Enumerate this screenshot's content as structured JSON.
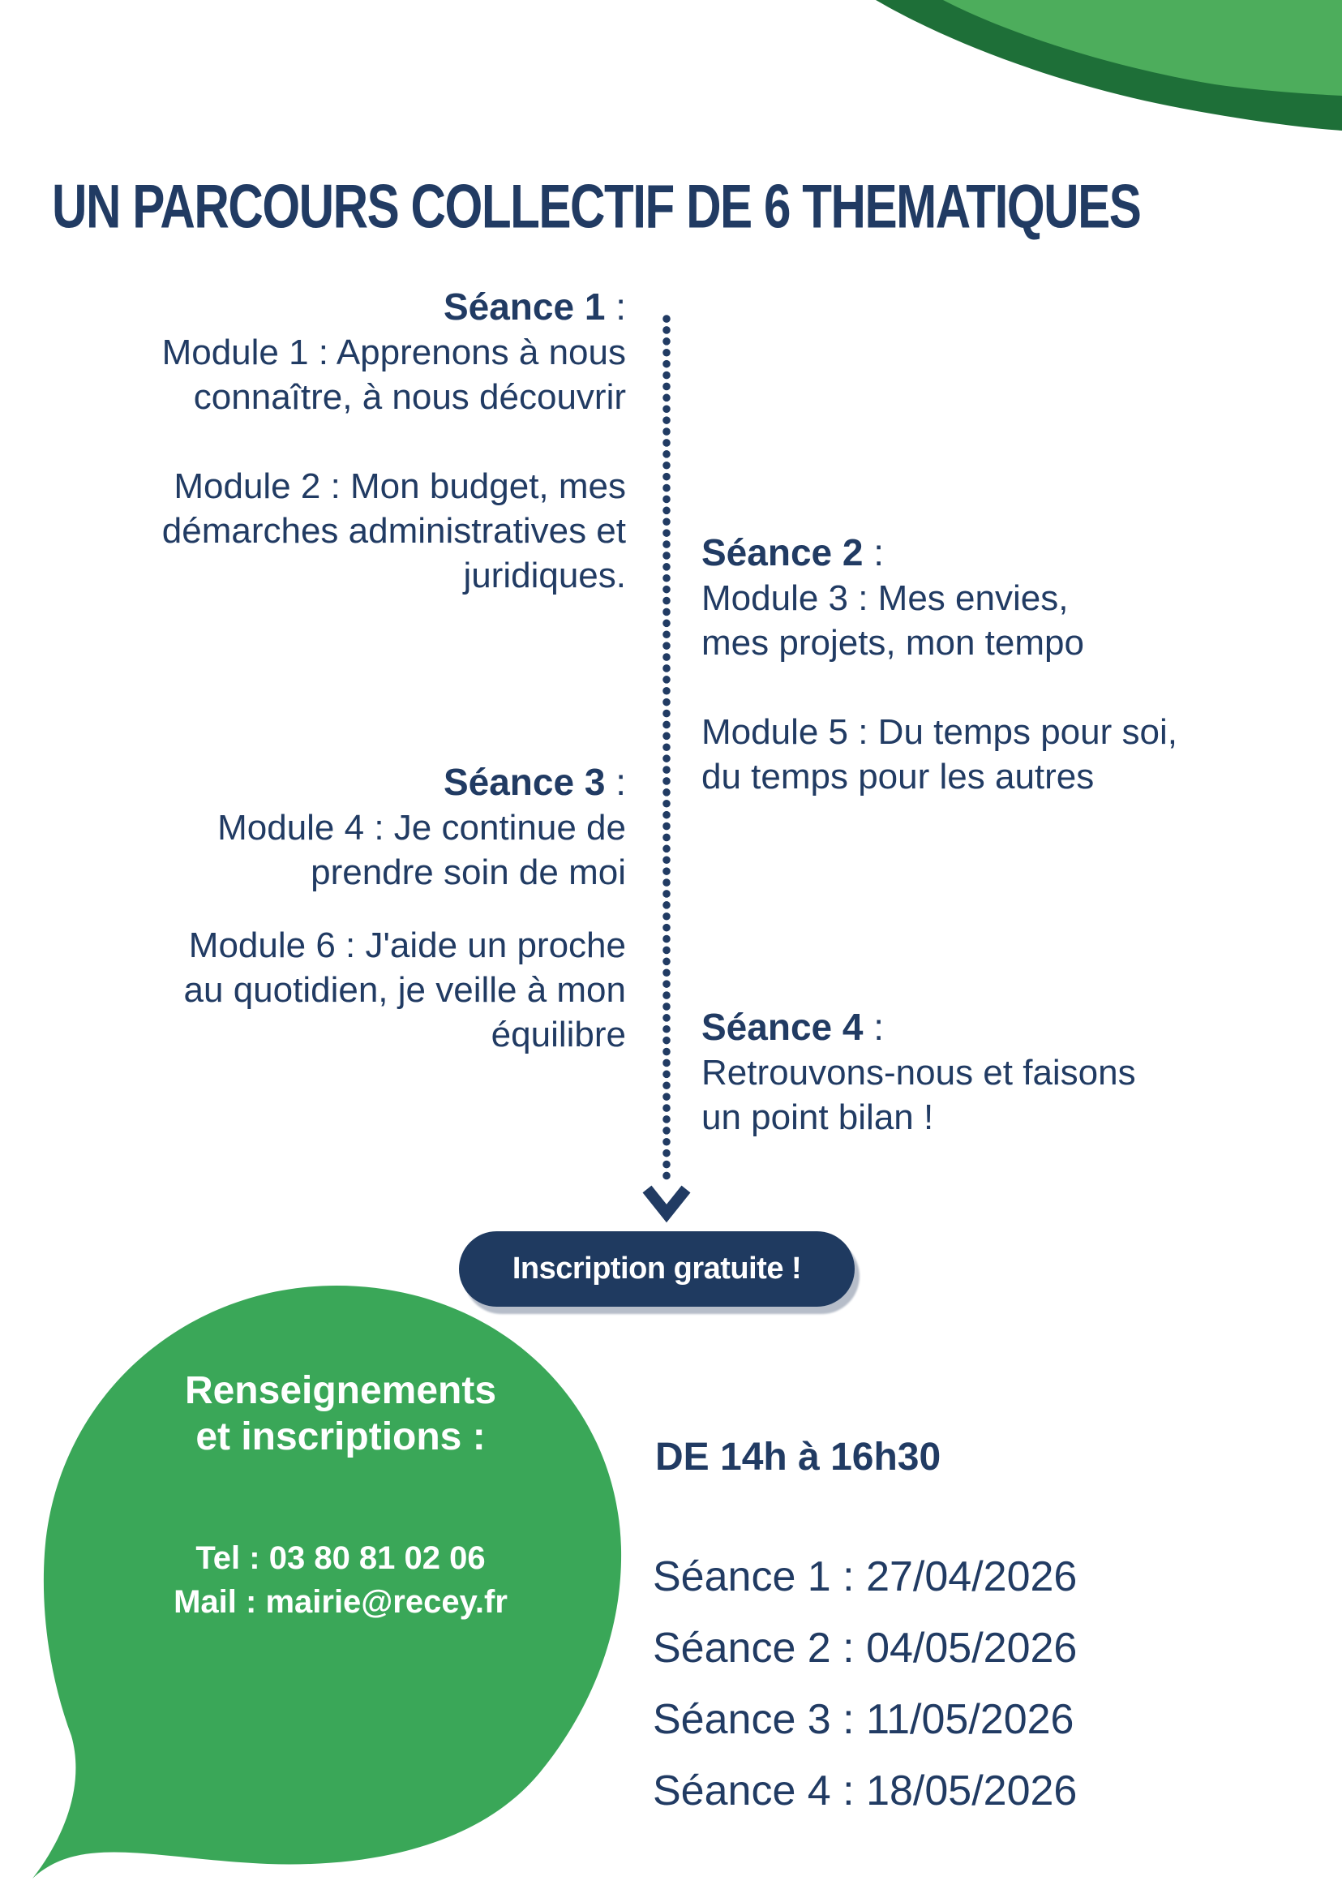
{
  "colors": {
    "navy": "#213b63",
    "green_bubble": "#3aa758",
    "green_corner_light": "#4dad5c",
    "green_corner_dark": "#1e6f38",
    "button_bg": "#1f3a60",
    "button_shadow": "#b6bdc9"
  },
  "header": {
    "title": "UN PARCOURS COLLECTIF DE 6 THEMATIQUES"
  },
  "seance1": {
    "title": "Séance 1",
    "colon": " :",
    "block1": [
      "Module 1 : Apprenons à nous",
      "connaître, à nous découvrir"
    ],
    "block2": [
      "Module 2 : Mon budget, mes",
      "démarches administratives et",
      "juridiques."
    ]
  },
  "seance2": {
    "title": "Séance 2",
    "colon": " :",
    "block1": [
      "Module 3 : Mes envies,",
      "mes projets, mon tempo"
    ],
    "block2": [
      "Module 5 : Du temps pour soi,",
      "du temps pour les autres"
    ]
  },
  "seance3": {
    "title": "Séance 3",
    "colon": " :",
    "block1": [
      "Module 4 : Je continue de",
      "prendre soin de moi"
    ],
    "block2": [
      "Module 6 : J'aide un proche",
      "au quotidien, je veille à mon",
      "équilibre"
    ]
  },
  "seance4": {
    "title": "Séance 4",
    "colon": " :",
    "block1": [
      "Retrouvons-nous et faisons",
      "un point bilan !"
    ]
  },
  "cta": {
    "label": "Inscription gratuite !"
  },
  "bubble": {
    "heading_line1": "Renseignements",
    "heading_line2": "et inscriptions :",
    "tel": "Tel : 03 80 81 02 06",
    "mail": "Mail : mairie@recey.fr"
  },
  "schedule": {
    "time": "DE 14h à 16h30",
    "dates": [
      "Séance 1 : 27/04/2026",
      "Séance 2 : 04/05/2026",
      "Séance 3 : 11/05/2026",
      "Séance 4 : 18/05/2026"
    ]
  }
}
